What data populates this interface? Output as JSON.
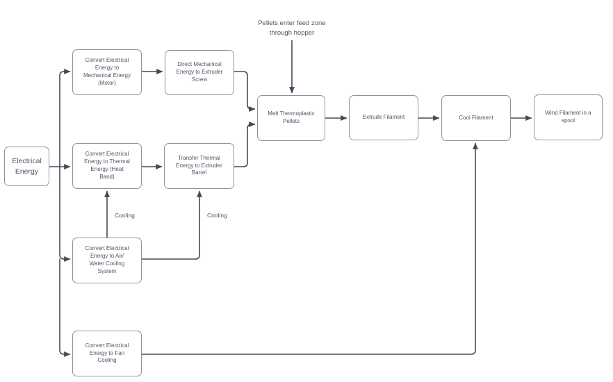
{
  "diagram": {
    "type": "flowchart",
    "colors": {
      "background": "#ffffff",
      "node_fill": "#ffffff",
      "node_border": "#8c939b",
      "node_text": "#4c5664",
      "connector": "#414c59",
      "label_text": "#4c5664"
    },
    "nodes": [
      {
        "id": "electrical-energy",
        "label": "Electrical\nEnergy"
      },
      {
        "id": "convert-mechanical",
        "label": "Convert Electrical\nEnergy to\nMechanical Energy\n(Motor)"
      },
      {
        "id": "direct-mechanical",
        "label": "Direct Mechanical\nEnergy to Extruder\nScrew"
      },
      {
        "id": "convert-thermal",
        "label": "Convert Electrical\nEnergy to Thermal\nEnergy (Heat\nBand)"
      },
      {
        "id": "transfer-thermal",
        "label": "Transfer Thermal\nEnergy to Extruder\nBarrel"
      },
      {
        "id": "convert-air-water-cooling",
        "label": "Convert Electrical\nEnergy to Air/\nWater Cooling\nSystem"
      },
      {
        "id": "convert-fan-cooling",
        "label": "Convert Electrical\nEnergy to Fan\nCooling"
      },
      {
        "id": "melt-pellets",
        "label": "Melt Thermoplastic\nPellets"
      },
      {
        "id": "extrude-filament",
        "label": "Extrude Filament"
      },
      {
        "id": "cool-filament",
        "label": "Cool Filament"
      },
      {
        "id": "wind-filament",
        "label": "Wind Filament in a\nspool"
      }
    ],
    "annotations": {
      "hopper_note": "Pellets enter feed zone\nthrough hopper"
    },
    "edge_labels": {
      "cooling_1": "Cooling",
      "cooling_2": "Cooling"
    },
    "edges": [
      {
        "from": "electrical-energy",
        "to": "convert-thermal"
      },
      {
        "from": "electrical-energy",
        "to": "convert-mechanical"
      },
      {
        "from": "electrical-energy",
        "to": "convert-air-water-cooling"
      },
      {
        "from": "electrical-energy",
        "to": "convert-fan-cooling"
      },
      {
        "from": "convert-mechanical",
        "to": "direct-mechanical"
      },
      {
        "from": "direct-mechanical",
        "to": "melt-pellets"
      },
      {
        "from": "convert-thermal",
        "to": "transfer-thermal"
      },
      {
        "from": "transfer-thermal",
        "to": "melt-pellets"
      },
      {
        "from": "hopper-note",
        "to": "melt-pellets"
      },
      {
        "from": "melt-pellets",
        "to": "extrude-filament"
      },
      {
        "from": "extrude-filament",
        "to": "cool-filament"
      },
      {
        "from": "cool-filament",
        "to": "wind-filament"
      },
      {
        "from": "convert-air-water-cooling",
        "to": "convert-thermal",
        "label": "Cooling"
      },
      {
        "from": "convert-air-water-cooling",
        "to": "transfer-thermal",
        "label": "Cooling"
      },
      {
        "from": "convert-fan-cooling",
        "to": "cool-filament"
      }
    ]
  }
}
